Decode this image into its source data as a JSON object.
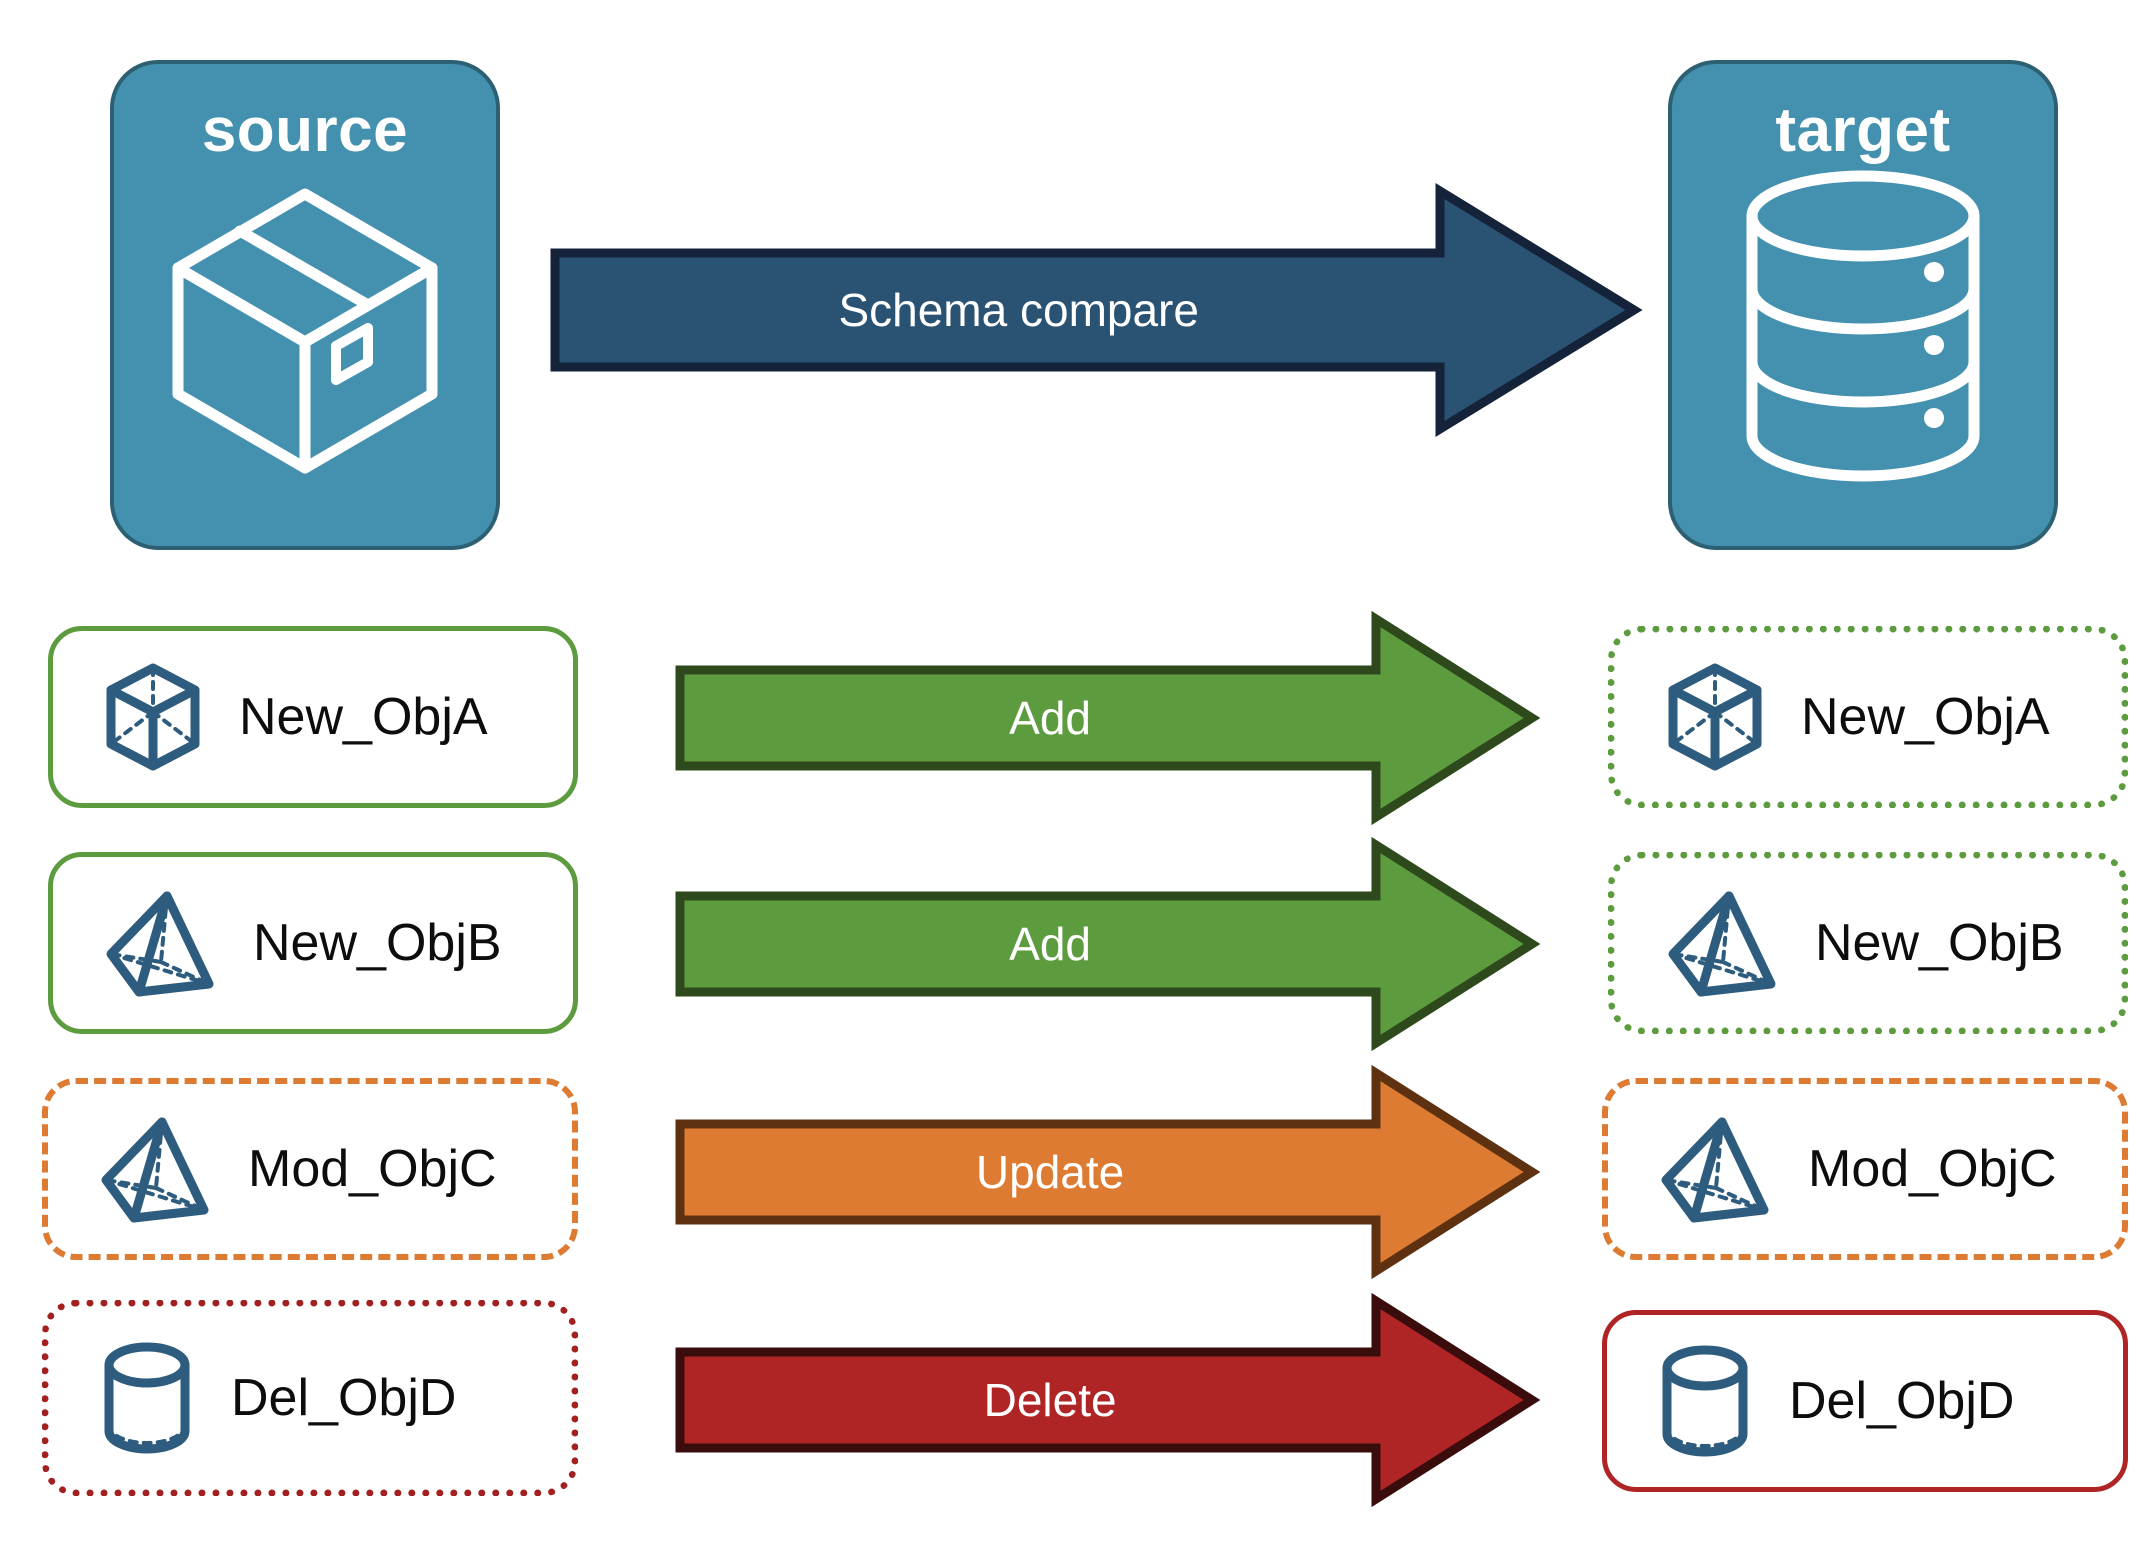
{
  "endpoints": {
    "source": {
      "title": "source",
      "icon": "package-box-icon",
      "fill": "#4490AF",
      "stroke": "#2E6073"
    },
    "target": {
      "title": "target",
      "icon": "database-cylinder-icon",
      "fill": "#4490AF",
      "stroke": "#2E6073"
    }
  },
  "compare_arrow": {
    "label": "Schema compare",
    "fill": "#2A5272",
    "stroke": "#14233A"
  },
  "rows": [
    {
      "source": {
        "label": "New_ObjA",
        "icon": "cube-wireframe-icon",
        "border_style": "solid",
        "border_color": "#5D9B3F"
      },
      "arrow": {
        "label": "Add",
        "fill": "#5D9B3F",
        "stroke": "#2E4A1C"
      },
      "target": {
        "label": "New_ObjA",
        "icon": "cube-wireframe-icon",
        "border_style": "dotted",
        "border_color": "#5D9B3F"
      }
    },
    {
      "source": {
        "label": "New_ObjB",
        "icon": "pyramid-wireframe-icon",
        "border_style": "solid",
        "border_color": "#5D9B3F"
      },
      "arrow": {
        "label": "Add",
        "fill": "#5D9B3F",
        "stroke": "#2E4A1C"
      },
      "target": {
        "label": "New_ObjB",
        "icon": "pyramid-wireframe-icon",
        "border_style": "dotted",
        "border_color": "#5D9B3F"
      }
    },
    {
      "source": {
        "label": "Mod_ObjC",
        "icon": "pyramid-wireframe-icon",
        "border_style": "dashed",
        "border_color": "#DE7B33"
      },
      "arrow": {
        "label": "Update",
        "fill": "#DE7B33",
        "stroke": "#5E3210"
      },
      "target": {
        "label": "Mod_ObjC",
        "icon": "pyramid-wireframe-icon",
        "border_style": "dashed",
        "border_color": "#DE7B33"
      }
    },
    {
      "source": {
        "label": "Del_ObjD",
        "icon": "cylinder-wireframe-icon",
        "border_style": "dotted",
        "border_color": "#A32020"
      },
      "arrow": {
        "label": "Delete",
        "fill": "#AF2424",
        "stroke": "#3B0C0C"
      },
      "target": {
        "label": "Del_ObjD",
        "icon": "cylinder-wireframe-icon",
        "border_style": "solid",
        "border_color": "#AF2424"
      }
    }
  ],
  "palette": {
    "object_icon_stroke": "#2E5C7E",
    "text": "#0d0d0d",
    "background": "#ffffff"
  }
}
